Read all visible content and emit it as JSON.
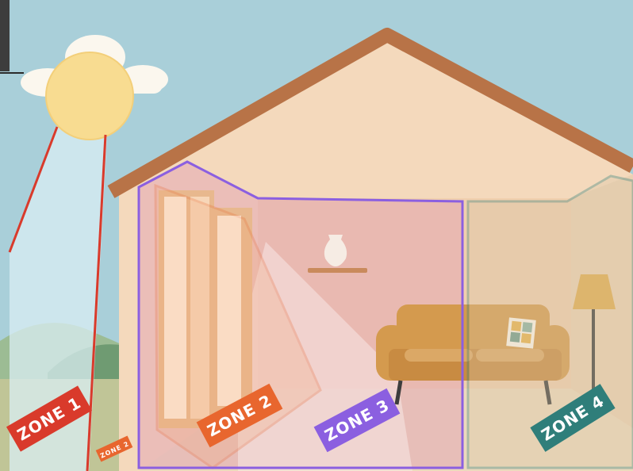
{
  "zones": [
    {
      "id": "zone-1",
      "label": "ZONE 1",
      "color": "#d93a2b"
    },
    {
      "id": "zone-2",
      "label": "ZONE 2",
      "color": "#e8662e"
    },
    {
      "id": "zone-3",
      "label": "ZONE 3",
      "color": "#8b5fe0"
    },
    {
      "id": "zone-4",
      "label": "ZONE 4",
      "color": "#2f7e7a"
    }
  ],
  "small_tag": {
    "label": "ZONE 2",
    "color": "#e8662e"
  },
  "colors": {
    "sky": "#a9cfd9",
    "sun": "#f8dc91",
    "cloud": "#fbf7ee",
    "roof": "#b87347",
    "wall": "#f4d9bc",
    "ground": "#c0c597",
    "sofa": "#d49a4e"
  },
  "icons": [
    "sun-icon",
    "cloud-icon",
    "vase-icon",
    "sofa-icon",
    "floor-lamp-icon"
  ]
}
